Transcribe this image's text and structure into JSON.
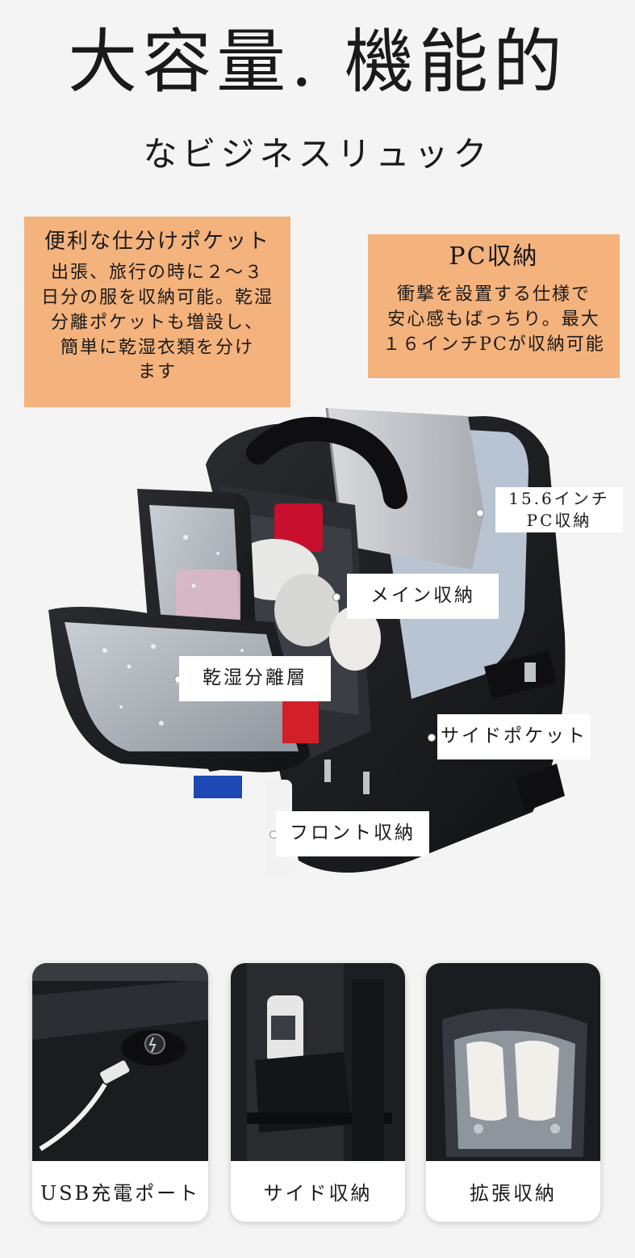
{
  "header": {
    "title": "大容量. 機能的",
    "subtitle": "なビジネスリュック"
  },
  "callouts": {
    "pocket": {
      "title": "便利な仕分けポケット",
      "lines": [
        "出張、旅行の時に２～３",
        "日分の服を収納可能。乾湿",
        "分離ポケットも増設し、",
        "簡単に乾湿衣類を分け",
        "ます"
      ]
    },
    "pc": {
      "title": "PC収納",
      "lines": [
        "衝撃を設置する仕様で",
        "安心感もばっちり。最大",
        "１６インチPCが収納可能"
      ]
    }
  },
  "labels": {
    "pc_line1": "15.6インチ",
    "pc_line2": "PC収納",
    "main": "メイン収納",
    "dry_wet": "乾湿分離層",
    "side_pocket": "サイドポケット",
    "front": "フロント収納"
  },
  "cards": [
    {
      "label": "USB充電ポート"
    },
    {
      "label": "サイド収納"
    },
    {
      "label": "拡張収納"
    }
  ],
  "colors": {
    "accent_orange": "#f4b27c",
    "background": "#f4f4f4",
    "bag_black": "#1c1d20"
  }
}
